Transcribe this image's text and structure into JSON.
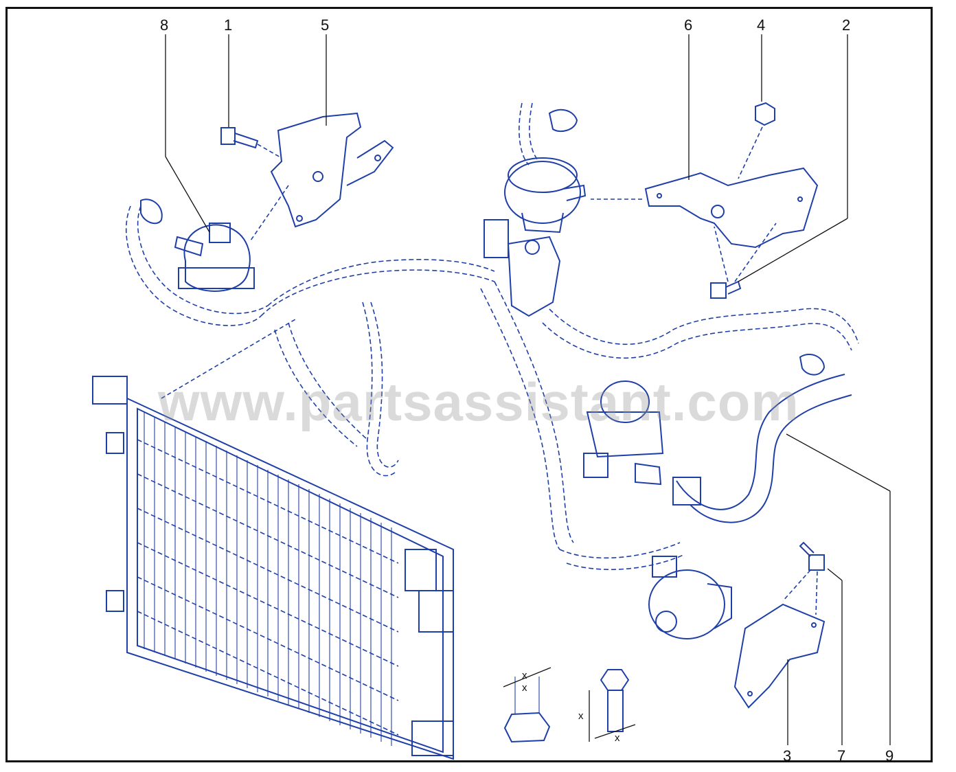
{
  "diagram": {
    "callouts": [
      {
        "id": "8",
        "label": "8"
      },
      {
        "id": "1",
        "label": "1"
      },
      {
        "id": "5",
        "label": "5"
      },
      {
        "id": "6",
        "label": "6"
      },
      {
        "id": "4",
        "label": "4"
      },
      {
        "id": "2",
        "label": "2"
      },
      {
        "id": "3",
        "label": "3"
      },
      {
        "id": "7",
        "label": "7"
      },
      {
        "id": "9",
        "label": "9"
      }
    ],
    "watermark": "www.partsassistant.com",
    "dimension_labels": [
      "x",
      "x",
      "x",
      "x"
    ],
    "colors": {
      "line": "#1f3fa8",
      "leader": "#111111",
      "frame": "#111111",
      "watermark": "#969696"
    }
  }
}
